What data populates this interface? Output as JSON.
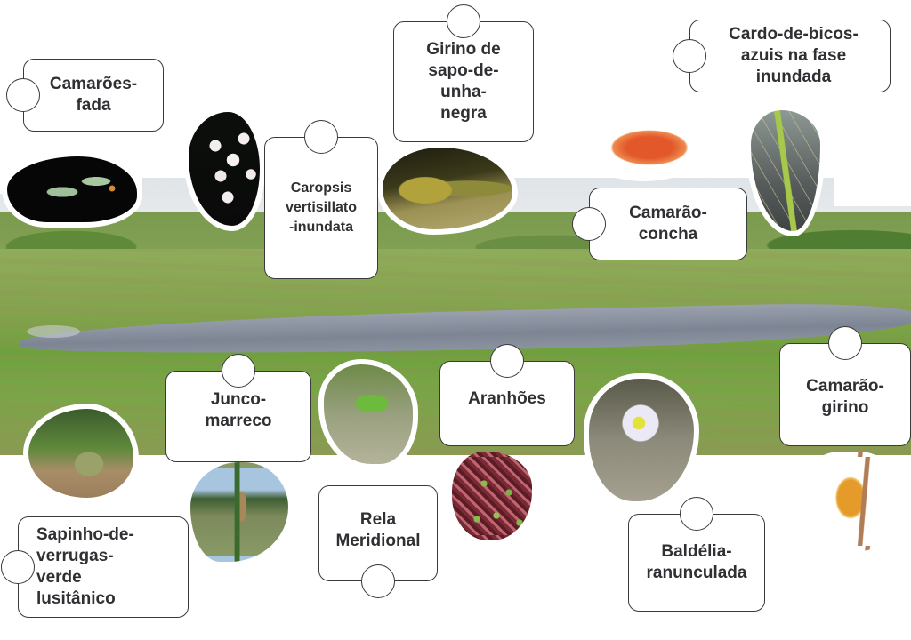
{
  "board": {
    "description": "Temporary pond species identification board",
    "background_scene": "wetland-temporary-pond",
    "colors": {
      "card_background": "#ffffff",
      "card_border": "#3a3a3a",
      "label_text": "#2f3033",
      "pond_water": "#7d8594",
      "meadow_green": "#7aa547"
    }
  },
  "labels": {
    "fairy_shrimp": "Camarões-\nfada",
    "tadpole_spadefoot": "Girino de\nsapo-de-\nunha-\nnegra",
    "caropsis": "Caropsis\nvertisillato\n-inundata",
    "thistle": "Cardo-de-bicos-\nazuis na fase\ninundada",
    "clam_shrimp": "Camarão-\nconcha",
    "rush": "Junco-\nmarreco",
    "spider": "Aranhões",
    "tadpole_shrimp": "Camarão-\ngirino",
    "natterjack": "Sapinho-de-\nverrugas-\nverde\nlusitânico",
    "tree_frog": "Rela\nMeridional",
    "baldellia": "Baldélia-\nranunculada"
  },
  "photos": [
    {
      "id": "fairy_shrimp",
      "subject": "fairy shrimp on black background"
    },
    {
      "id": "caropsis",
      "subject": "white flower cluster"
    },
    {
      "id": "tadpole_spadefoot",
      "subject": "yellow-brown tadpole"
    },
    {
      "id": "clam_shrimp",
      "subject": "orange clam shrimp"
    },
    {
      "id": "thistle",
      "subject": "submerged thistle shoot"
    },
    {
      "id": "natterjack",
      "subject": "green-spotted toad"
    },
    {
      "id": "rush",
      "subject": "rush flower spike"
    },
    {
      "id": "tree_frog",
      "subject": "green tree frog"
    },
    {
      "id": "spider",
      "subject": "reddish plant mat"
    },
    {
      "id": "baldellia",
      "subject": "pale lilac flower"
    },
    {
      "id": "tadpole_shrimp",
      "subject": "orange tadpole shrimp"
    }
  ]
}
